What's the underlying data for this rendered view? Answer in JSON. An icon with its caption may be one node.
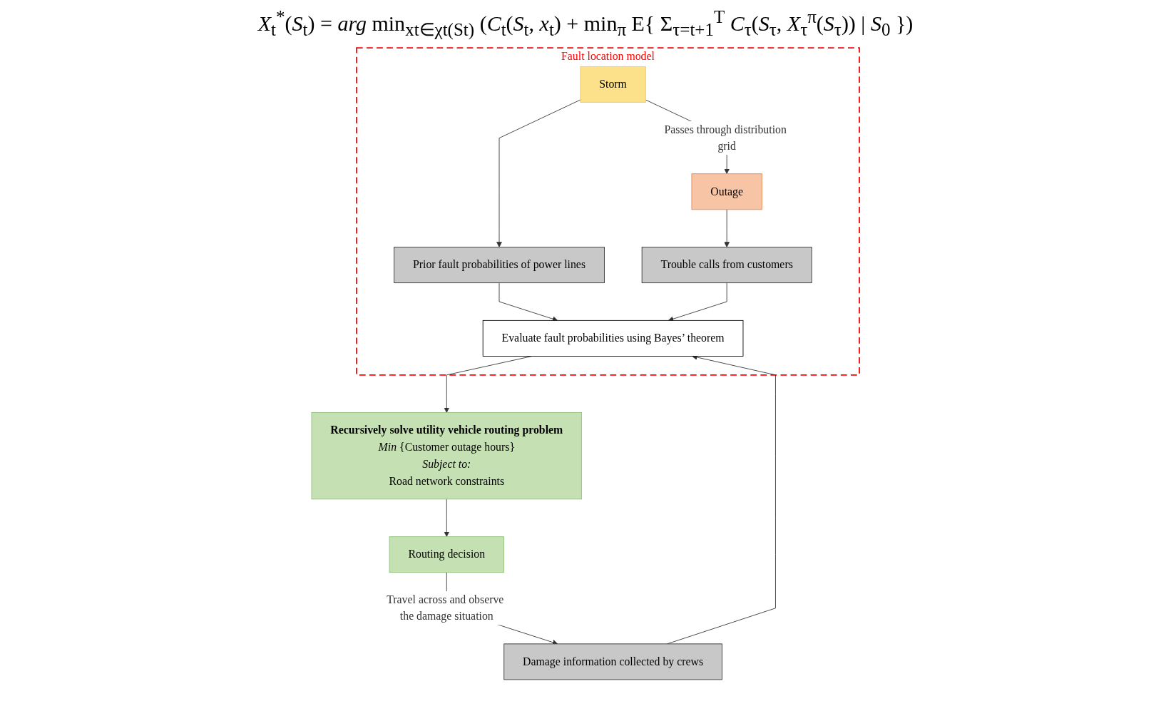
{
  "diagram": {
    "nodes": [
      {
        "text": [
          "Fault location model"
        ]
      },
      {
        "text": [
          "Storm"
        ],
        "in": 0
      },
      {
        "text": [
          "Outage"
        ],
        "in": 0
      },
      {
        "text": [
          "Prior fault probabilities of power lines"
        ],
        "in": 0
      },
      {
        "text": [
          "Trouble calls from customers"
        ],
        "in": 0
      },
      {
        "text": [
          "Evaluate fault probabilities using Bayes’ theorem"
        ],
        "in": 0
      },
      {
        "text": [
          "Recursively solve utility vehicle routing problem",
          "*Min* {Customer outage hours}",
          "Subject to:",
          "Road network constraints"
        ]
      },
      {
        "text": [
          "Routing decision"
        ]
      },
      {
        "text": [
          "Damage information collected by crews"
        ]
      }
    ],
    "edges": [
      {
        "from": 1,
        "to": 2,
        "arrow": "to",
        "label": "Passes through distribution grid"
      },
      {
        "from": 1,
        "to": 3,
        "arrow": "to"
      },
      {
        "from": 2,
        "to": 4,
        "arrow": "to"
      },
      {
        "from": 3,
        "to": 5,
        "arrow": "to"
      },
      {
        "from": 4,
        "to": 5,
        "arrow": "to"
      },
      {
        "from": 5,
        "to": 6,
        "arrow": "to"
      },
      {
        "from": 6,
        "to": 7,
        "arrow": "to"
      },
      {
        "from": 7,
        "to": 8,
        "arrow": "to",
        "label": "Travel across and observe the damage situation"
      },
      {
        "from": 8,
        "to": 5,
        "arrow": "to"
      }
    ],
    "labels": [
      "*X*$_{t}$$^{*}$(*S*$_{t}$) = *arg* min$_{xt∈χt(St)}$ (*C*$_{t}$(*S*$_{t}$, *x*$_{t}$) + min$_{π}$ E{ Σ$_{τ=t+1}$$^{T}$ *C*$_{τ}$(*S*$_{τ}$, *X*$_{τ}$$^{π}$(*S*$_{τ}$)) | *S*$_{0}$ })"
    ]
  }
}
